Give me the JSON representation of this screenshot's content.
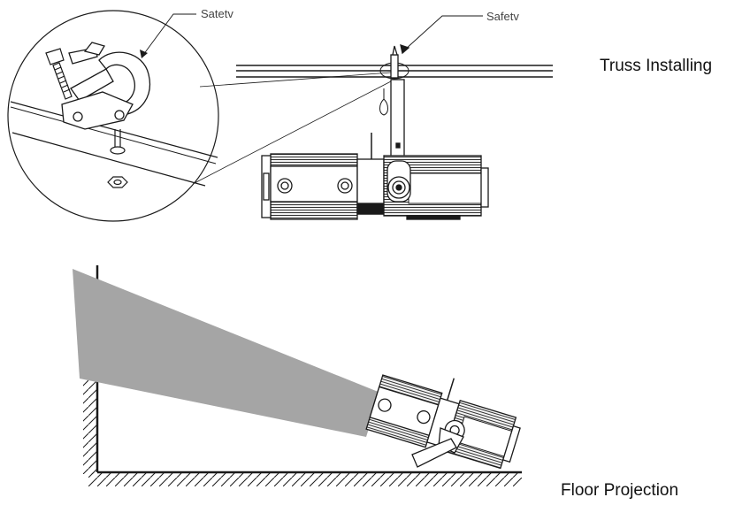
{
  "labels": {
    "clamp_callout": "Satetv",
    "truss_callout": "Safetv",
    "truss_title": "Truss Installing",
    "floor_title": "Floor Projection"
  },
  "colors": {
    "line": "#1a1a1a",
    "beam": "#a5a5a5",
    "body": "#f4f4f4"
  }
}
